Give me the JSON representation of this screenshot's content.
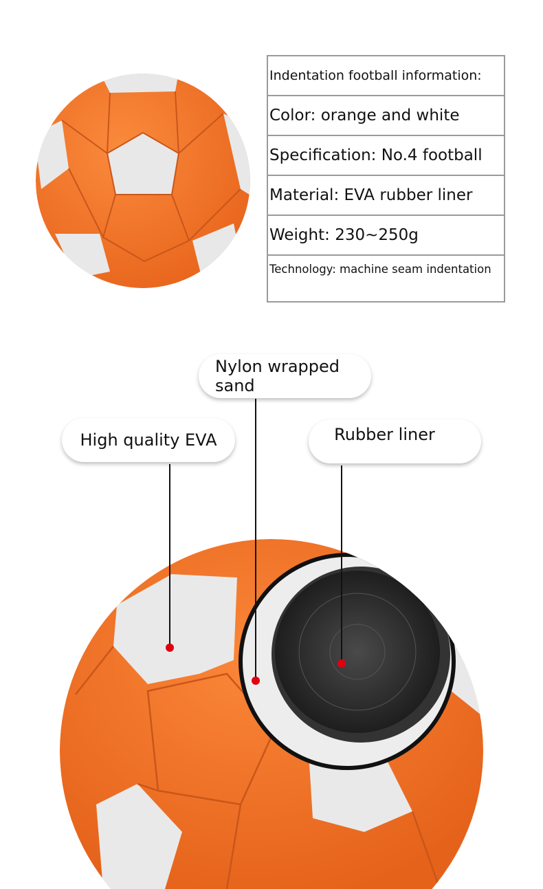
{
  "spec_table": {
    "title": "Indentation football information:",
    "rows": [
      "Color: orange and white",
      "Specification: No.4 football",
      "Material: EVA rubber liner",
      "Weight: 230~250g",
      "Technology: machine seam indentation"
    ]
  },
  "callouts": {
    "nylon": "Nylon wrapped sand",
    "eva": "High quality EVA",
    "rubber": "Rubber liner"
  },
  "colors": {
    "orange": "#f47a2e",
    "white_panel": "#e6e6e6",
    "dot": "#e0000f"
  }
}
